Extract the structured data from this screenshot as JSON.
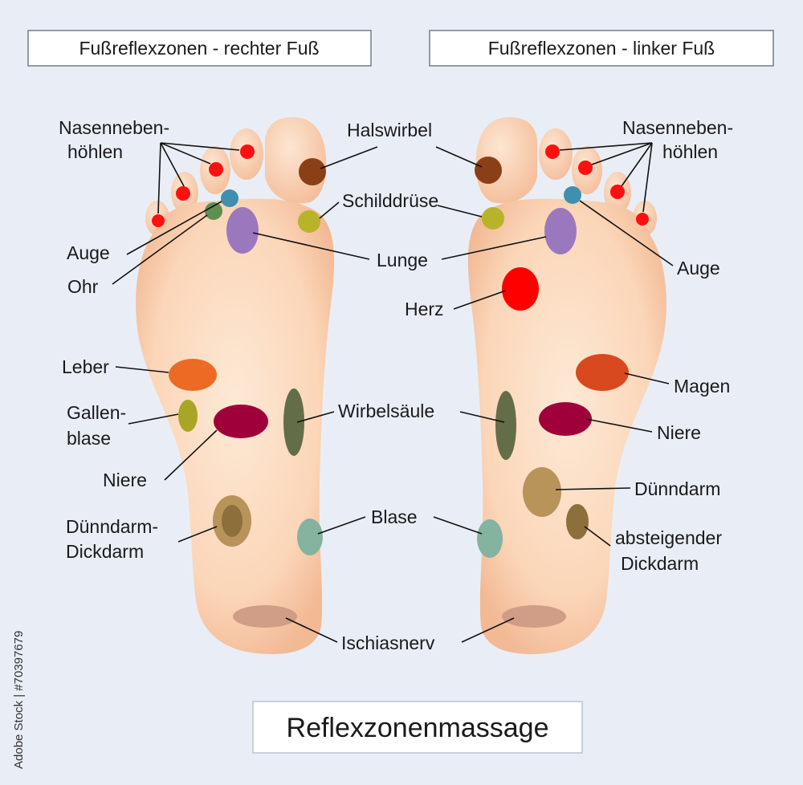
{
  "titles": {
    "right_foot": "Fußreflexzonen - rechter Fuß",
    "left_foot": "Fußreflexzonen - linker Fuß",
    "main": "Reflexzonenmassage"
  },
  "labels": {
    "nasen_r_1": "Nasenneben-",
    "nasen_r_2": "höhlen",
    "auge_r": "Auge",
    "ohr": "Ohr",
    "leber": "Leber",
    "gallen_1": "Gallen-",
    "gallen_2": "blase",
    "niere_r": "Niere",
    "duenn_dick_1": "Dünndarm-",
    "duenn_dick_2": "Dickdarm",
    "halswirbel": "Halswirbel",
    "schilddruese": "Schilddrüse",
    "lunge": "Lunge",
    "herz": "Herz",
    "wirbelsaeule": "Wirbelsäule",
    "blase": "Blase",
    "ischiasnerv": "Ischiasnerv",
    "nasen_l_1": "Nasenneben-",
    "nasen_l_2": "höhlen",
    "auge_l": "Auge",
    "magen": "Magen",
    "niere_l": "Niere",
    "duenndarm": "Dünndarm",
    "absteig_1": "absteigender",
    "absteig_2": "Dickdarm"
  },
  "watermark": "Adobe Stock | #70397679",
  "colors": {
    "background": "#e9eef6",
    "skin": "#fbd9bd",
    "nasal_sinus": "#ff1010",
    "eye": "#3f8fae",
    "ear": "#5e8f52",
    "cervical_spine": "#8b3f16",
    "thyroid": "#b9b32a",
    "lung": "#9b78bd",
    "heart": "#ff0000",
    "liver": "#ec6a24",
    "stomach": "#d8491f",
    "gallbladder": "#a8a624",
    "kidney": "#a0003a",
    "spine": "#636e48",
    "small_large_intestine": "#b8935a",
    "descending_colon": "#8d6f3c",
    "bladder": "#84b39f",
    "sciatic_nerve": "#c99580"
  }
}
